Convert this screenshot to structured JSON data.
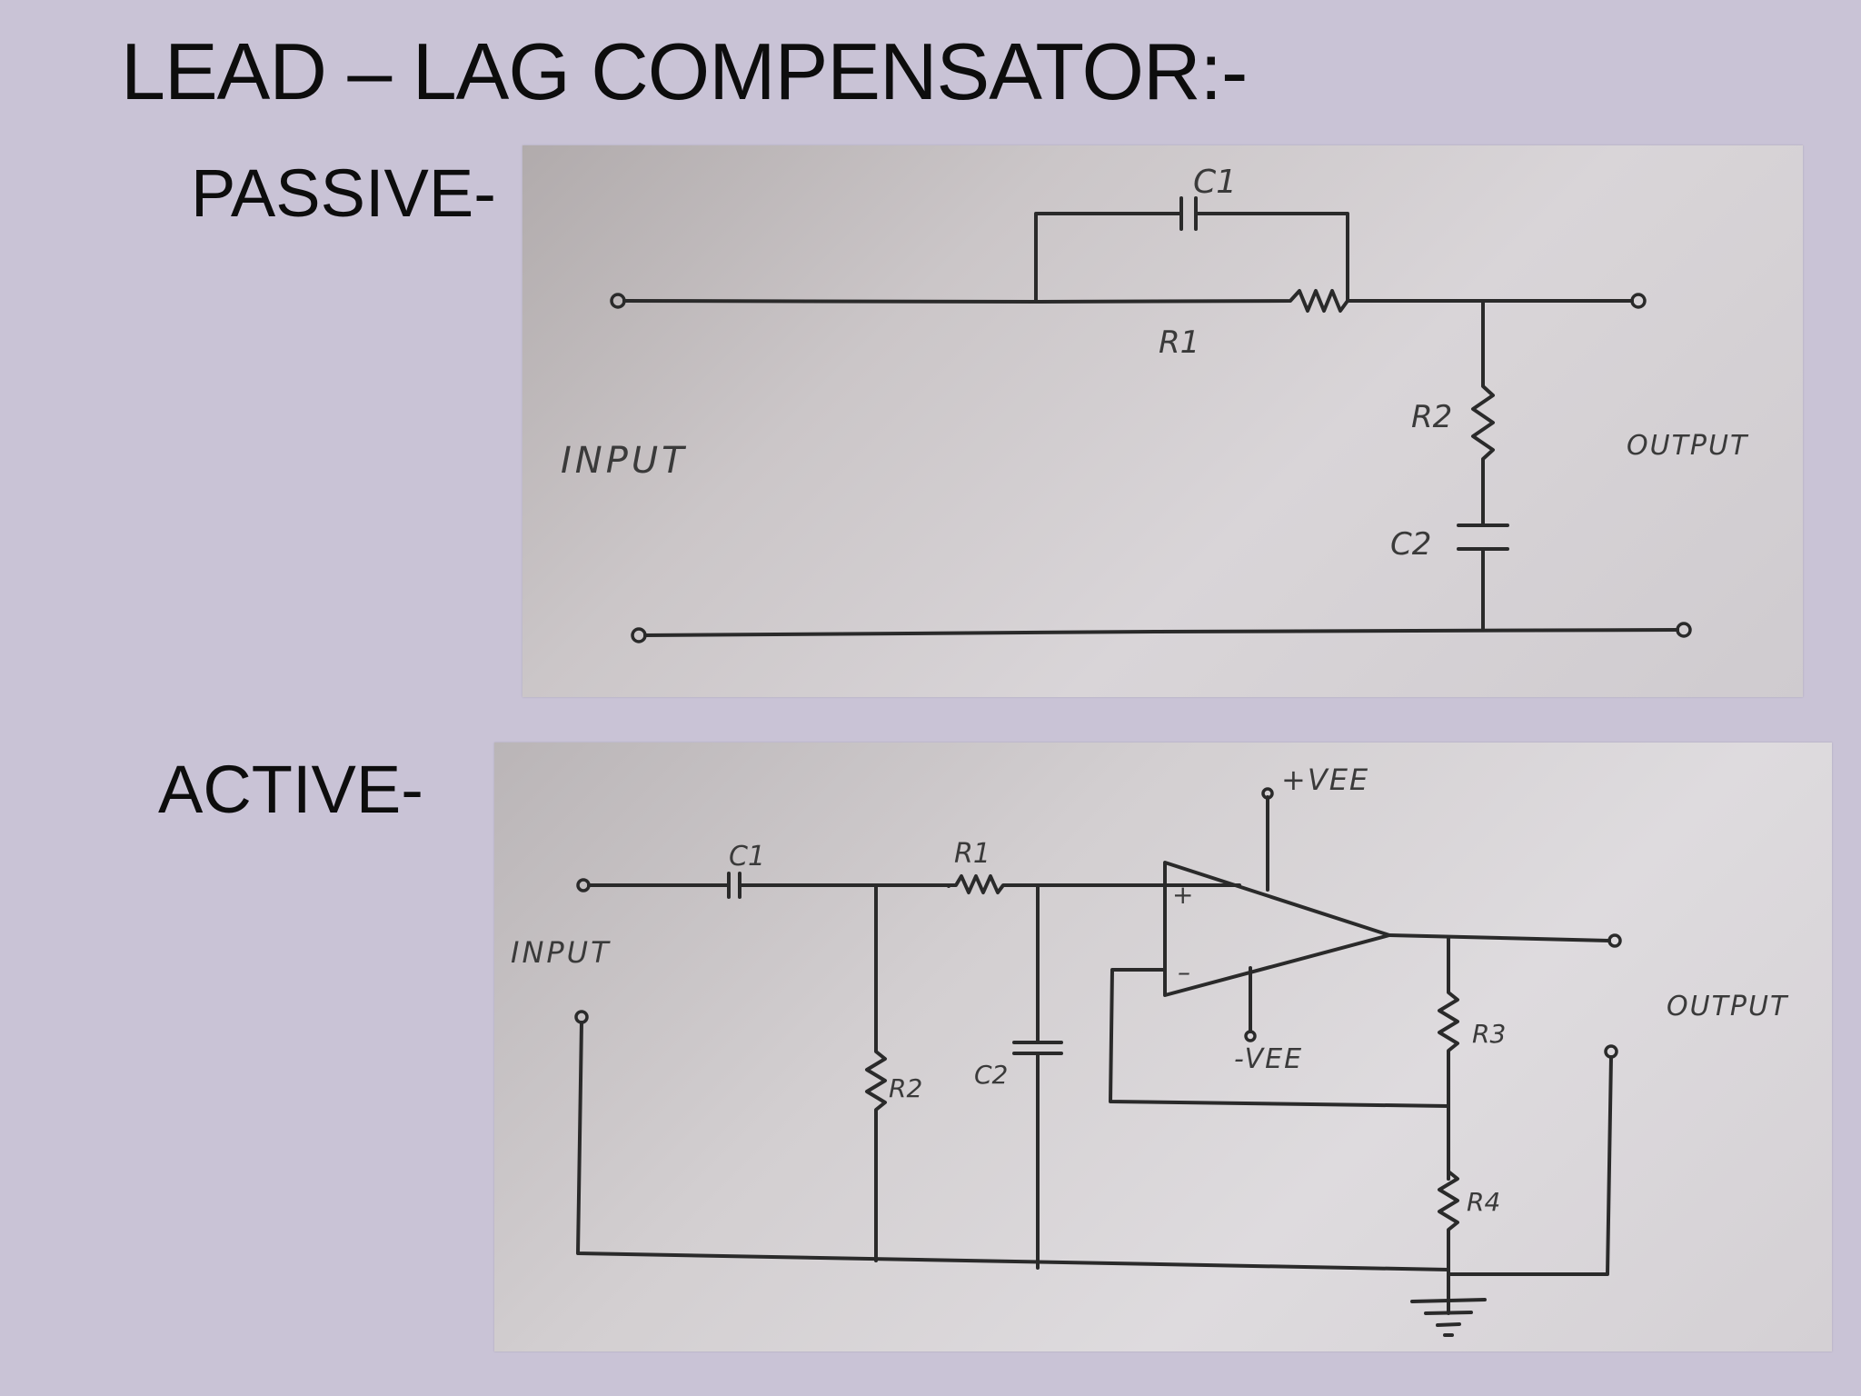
{
  "title": "LEAD – LAG COMPENSATOR:-",
  "passive": {
    "label": "PASSIVE-",
    "input_label": "INPUT",
    "output_label": "OUTPUT",
    "c1": "C1",
    "r1": "R1",
    "r2": "R2",
    "c2": "C2"
  },
  "active": {
    "label": "ACTIVE-",
    "input_label": "INPUT",
    "output_label": "OUTPUT",
    "c1": "C1",
    "r1": "R1",
    "r2": "R2",
    "c2": "C2",
    "r3": "R3",
    "r4": "R4",
    "plus_vee": "+VEE",
    "minus_vee": "-VEE",
    "plus_sign": "+",
    "minus_sign": "–"
  }
}
